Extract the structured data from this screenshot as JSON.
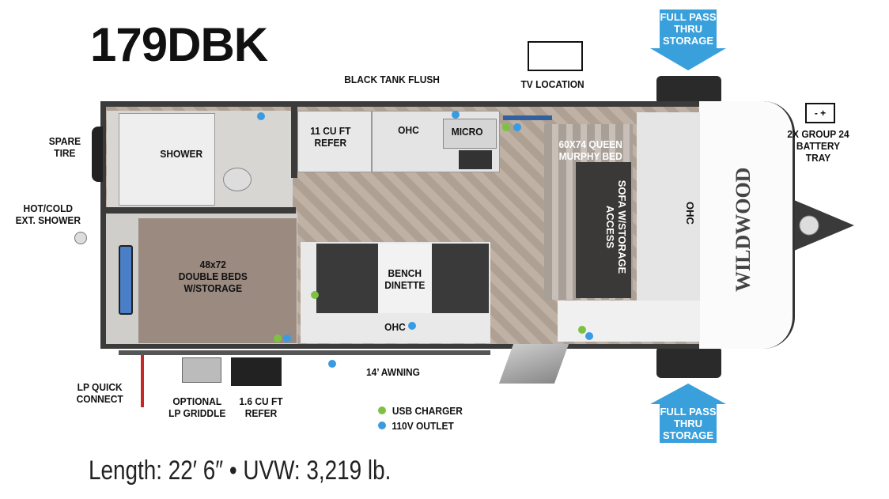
{
  "model": "179DBK",
  "specs": "Length: 22′ 6″ • UVW: 3,219 lb.",
  "brand_logo": "WILDWOOD",
  "colors": {
    "usb": "#7dc142",
    "outlet": "#3a9be0",
    "arrow": "#3aa0dc",
    "floor": "#b9ab9e",
    "bed": "#9a8a80"
  },
  "labels": {
    "black_tank_flush": "BLACK TANK FLUSH",
    "tv_location": "TV LOCATION",
    "spare_tire": [
      "SPARE",
      "TIRE"
    ],
    "shower": "SHOWER",
    "refer": [
      "11 CU FT",
      "REFER"
    ],
    "ohc_kitchen": "OHC",
    "micro": "MICRO",
    "murphy_bed": [
      "60X74 QUEEN",
      "MURPHY BED"
    ],
    "sofa": [
      "SOFA W/STORAGE",
      "ACCESS"
    ],
    "ohc_front": "OHC",
    "battery": [
      "2X GROUP 24",
      "BATTERY",
      "TRAY"
    ],
    "ext_shower": [
      "HOT/COLD",
      "EXT. SHOWER"
    ],
    "double_beds": [
      "48x72",
      "DOUBLE BEDS",
      "W/STORAGE"
    ],
    "dinette": [
      "BENCH",
      "DINETTE"
    ],
    "ohc_dinette": "OHC",
    "awning": "14’ AWNING",
    "lp_quick": [
      "LP QUICK",
      "CONNECT"
    ],
    "lp_griddle": [
      "OPTIONAL",
      "LP GRIDDLE"
    ],
    "refer_small": [
      "1.6 CU FT",
      "REFER"
    ],
    "storage_top": [
      "FULL PASS",
      "THRU",
      "STORAGE"
    ],
    "storage_bottom": [
      "FULL PASS",
      "THRU",
      "STORAGE"
    ]
  },
  "legend": [
    {
      "label": "USB CHARGER",
      "color": "#7dc142"
    },
    {
      "label": "110V OUTLET",
      "color": "#3a9be0"
    }
  ]
}
